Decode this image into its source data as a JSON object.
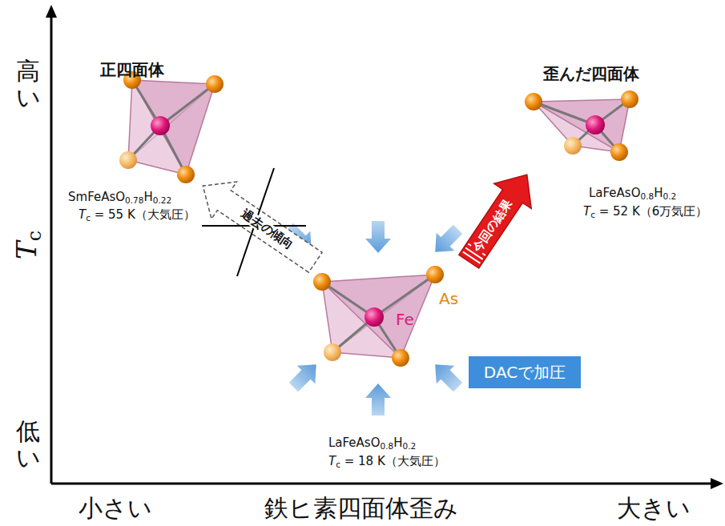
{
  "diagram": {
    "nodes": [
      {
        "text": [
          "正四面体",
          "SmFeAsO0.78H0.22",
          "Tc = 55 K（大気圧）"
        ]
      },
      {
        "text": [
          "LaFeAsO0.8H0.2",
          "Tc = 18 K（大気圧）"
        ]
      },
      {
        "text": [
          "歪んだ四面体",
          "LaFeAsO0.8H0.2",
          "Tc = 52 K（6万気圧）"
        ]
      },
      {
        "text": [
          "DACで加圧"
        ]
      }
    ],
    "edges": [
      {
        "from": 1,
        "to": 2,
        "label": "今回の結果",
        "arrow": "to"
      },
      {
        "from": 1,
        "to": 0,
        "label": "過去の傾向",
        "arrow": "to"
      }
    ],
    "labels": [
      "Fe",
      "As",
      "高い",
      "Tc",
      "低い",
      "小さい",
      "鉄ヒ素四面体歪み",
      "大きい"
    ]
  }
}
